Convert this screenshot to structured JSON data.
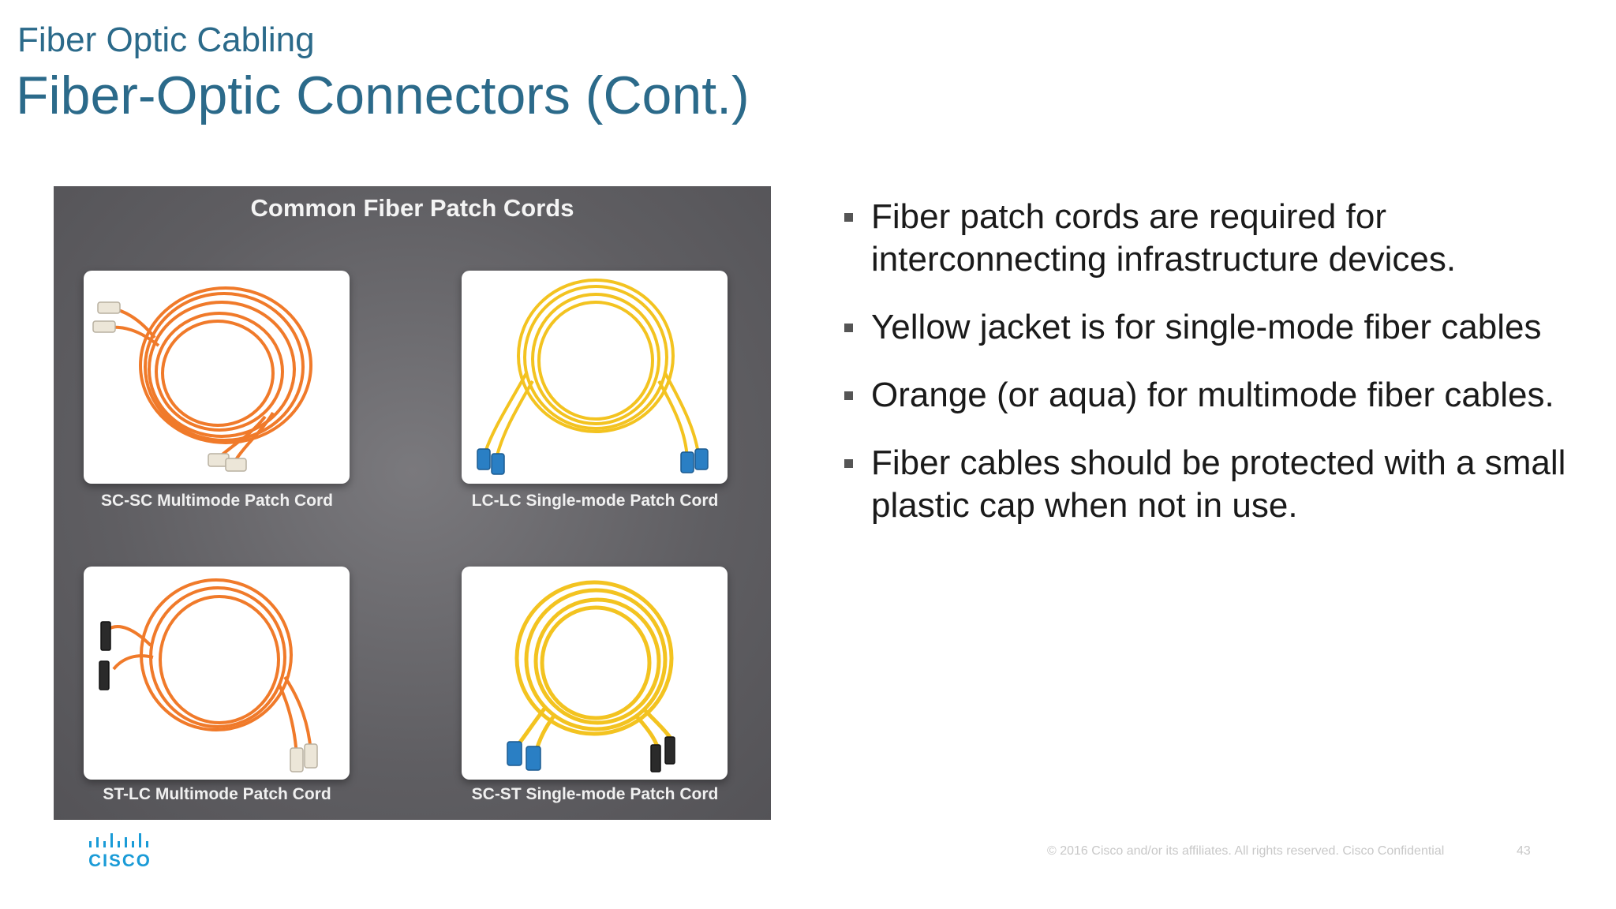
{
  "header": {
    "subtitle": "Fiber Optic Cabling",
    "title": "Fiber-Optic Connectors (Cont.)"
  },
  "figure": {
    "heading": "Common Fiber Patch Cords",
    "cards": [
      {
        "caption": "SC-SC Multimode Patch Cord",
        "cable_color": "#f07a2a",
        "icon": "sc-sc-multimode-cord-icon"
      },
      {
        "caption": "LC-LC Single-mode Patch Cord",
        "cable_color": "#f3c320",
        "icon": "lc-lc-singlemode-cord-icon"
      },
      {
        "caption": "ST-LC Multimode Patch Cord",
        "cable_color": "#f07a2a",
        "icon": "st-lc-multimode-cord-icon"
      },
      {
        "caption": "SC-ST Single-mode Patch Cord",
        "cable_color": "#f3c320",
        "icon": "sc-st-singlemode-cord-icon"
      }
    ]
  },
  "bullets": [
    "Fiber patch cords are required for interconnecting infrastructure devices.",
    "Yellow jacket is for single-mode fiber cables",
    "Orange (or aqua) for multimode fiber cables.",
    "Fiber cables should be protected with a small plastic cap when not in use."
  ],
  "footer": {
    "logo_text": "CISCO",
    "copyright": "© 2016  Cisco and/or its affiliates. All rights reserved.   Cisco Confidential",
    "page_number": "43"
  },
  "colors": {
    "title": "#2b6a8a",
    "logo": "#1a9bd7",
    "multimode": "#f07a2a",
    "singlemode": "#f3c320"
  }
}
